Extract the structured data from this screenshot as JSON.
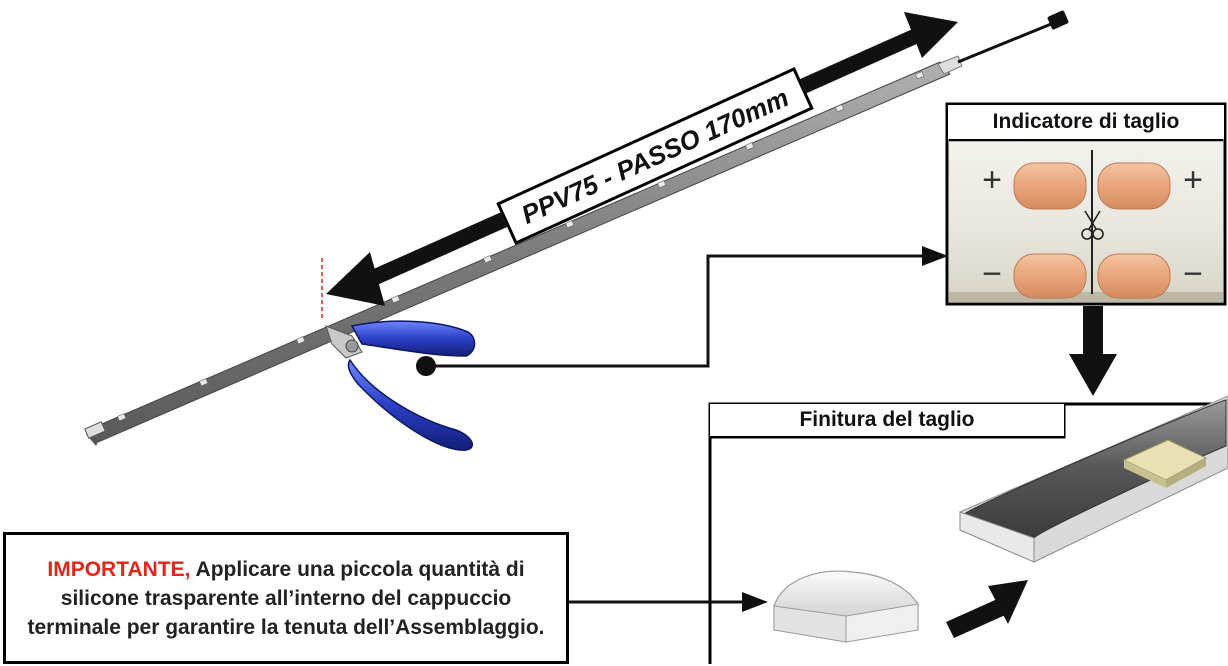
{
  "pitch_label": "PPV75 - PASSO 170mm",
  "cut_indicator": {
    "title": "Indicatore di taglio",
    "plus_symbol": "+",
    "minus_symbol": "−"
  },
  "finish": {
    "title": "Finitura del taglio"
  },
  "note": {
    "highlight": "IMPORTANTE,",
    "text": " Applicare una piccola quantità di silicone trasparente all’interno del cappuccio terminale per garantire la tenuta dell’Assemblaggio."
  },
  "colors": {
    "accent_red": "#e1251b",
    "plier_blue": "#2a3fc4",
    "copper_pad": "#e8a57c",
    "strip_grey": "#8a8a8a"
  },
  "icons": [
    "plier-icon",
    "scissors-icon",
    "end-cap-icon",
    "profile-icon"
  ]
}
